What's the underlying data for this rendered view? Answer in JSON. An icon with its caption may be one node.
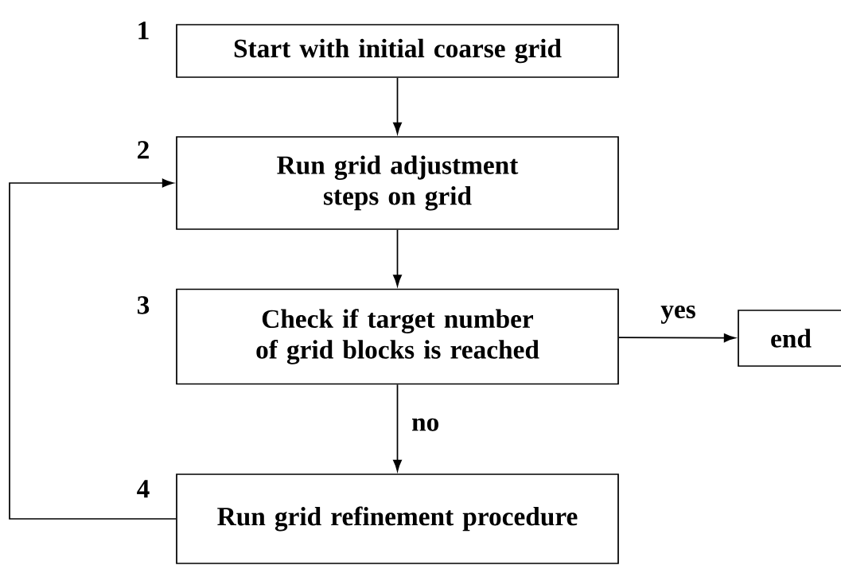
{
  "diagram": {
    "nodes": [
      {
        "text": [
          "Start with initial coarse grid"
        ],
        "beside": [
          "1"
        ]
      },
      {
        "text": [
          "Run grid adjustment steps on grid"
        ],
        "beside": [
          "2"
        ]
      },
      {
        "text": [
          "Check if target number of grid blocks is reached"
        ],
        "beside": [
          "3"
        ]
      },
      {
        "text": [
          "end"
        ]
      },
      {
        "text": [
          "Run grid refinement procedure"
        ],
        "beside": [
          "4"
        ]
      }
    ],
    "edges": [
      {
        "from": 0,
        "to": 1,
        "arrow": "to"
      },
      {
        "from": 1,
        "to": 2,
        "arrow": "to"
      },
      {
        "from": 2,
        "to": 3,
        "arrow": "to",
        "label": "yes"
      },
      {
        "from": 2,
        "to": 4,
        "arrow": "to",
        "label": "no"
      },
      {
        "from": 4,
        "to": 1,
        "arrow": "to"
      }
    ]
  }
}
